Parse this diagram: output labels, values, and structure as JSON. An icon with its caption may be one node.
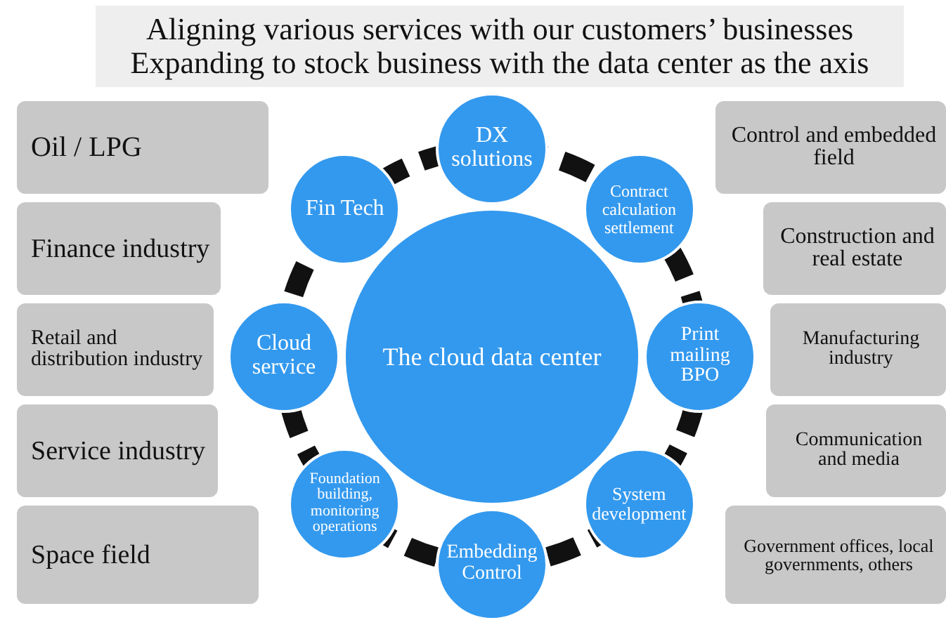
{
  "diagram": {
    "nodes": [
      {
        "text": [
          "Aligning various services with our customers’ businesses",
          "Expanding to stock business with the data center as the axis"
        ]
      },
      {
        "text": [
          "Oil / LPG"
        ]
      },
      {
        "text": [
          "Finance industry"
        ]
      },
      {
        "text": [
          "Retail and distribution industry"
        ]
      },
      {
        "text": [
          "Service industry"
        ]
      },
      {
        "text": [
          "Space field"
        ]
      },
      {
        "text": [
          "Control and embedded field"
        ]
      },
      {
        "text": [
          "Construction and real estate"
        ]
      },
      {
        "text": [
          "Manufacturing industry"
        ]
      },
      {
        "text": [
          "Communication and media"
        ]
      },
      {
        "text": [
          "Government offices, local governments, others"
        ]
      },
      {
        "text": [
          "The cloud data center"
        ]
      },
      {
        "text": [
          "DX solutions"
        ]
      },
      {
        "text": [
          "Contract calculation settlement"
        ]
      },
      {
        "text": [
          "Print mailing BPO"
        ]
      },
      {
        "text": [
          "System development"
        ]
      },
      {
        "text": [
          "Embedding Control"
        ]
      },
      {
        "text": [
          "Foundation building, monitoring operations"
        ]
      },
      {
        "text": [
          "Cloud service"
        ]
      },
      {
        "text": [
          "Fin Tech"
        ]
      }
    ]
  }
}
